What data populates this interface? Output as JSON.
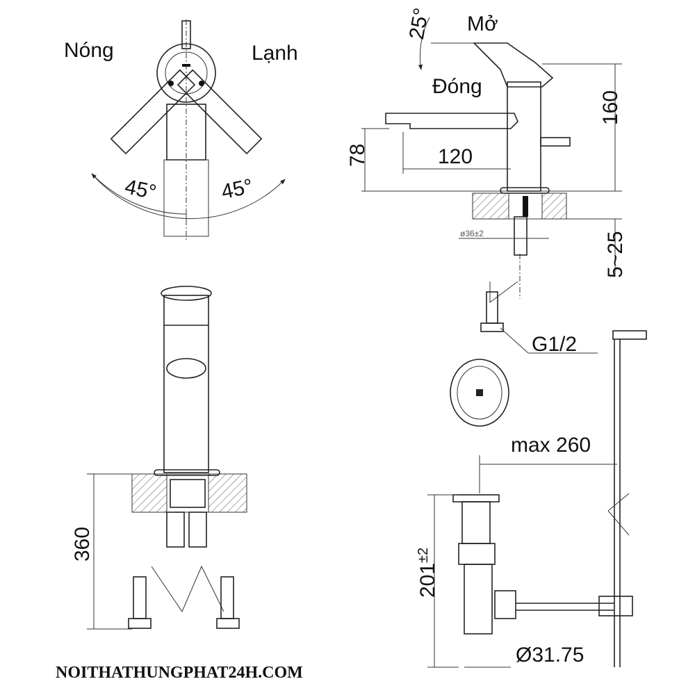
{
  "labels": {
    "hot": "Nóng",
    "cold": "Lạnh",
    "angle_left": "45°",
    "angle_right": "45°",
    "open": "Mở",
    "open_angle": "25°",
    "closed": "Đóng",
    "spout_height": "78",
    "spout_reach": "120",
    "total_height": "160",
    "hole_diameter": "ø36±2",
    "counter_thickness": "5~25",
    "thread": "G1/2",
    "hose_length": "360",
    "rod_max": "max 260",
    "drain_height": "201",
    "drain_height_tol": "±2",
    "drain_diameter": "Ø31.75"
  },
  "watermark": "NOITHATHUNGPHAT24H.COM"
}
